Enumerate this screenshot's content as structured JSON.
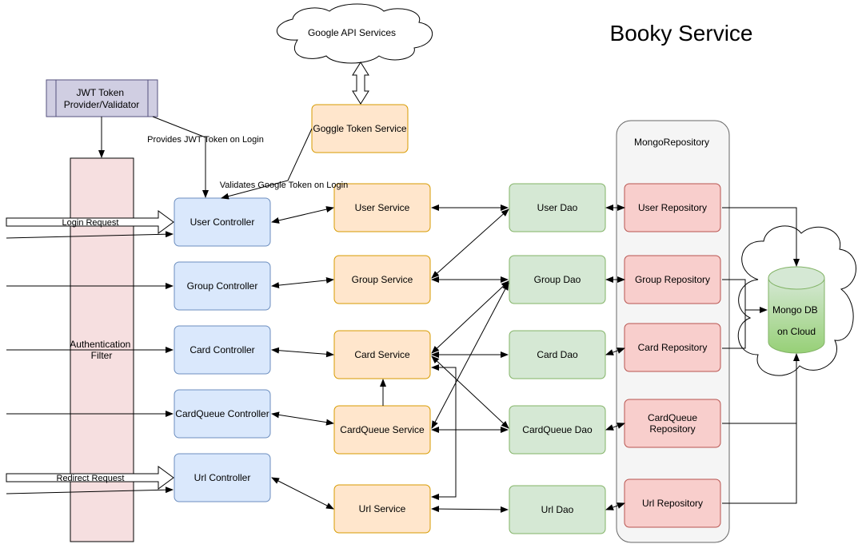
{
  "title": "Booky Service",
  "external": {
    "cloud": "Google API Services",
    "jwt_provider": [
      "JWT Token",
      "Provider/Validator"
    ],
    "google_token_service": "Goggle Token Service",
    "auth_filter": [
      "Authentication",
      "Filter"
    ],
    "mongo_repository": "MongoRepository",
    "mongo_db": [
      "Mongo DB",
      "on Cloud"
    ]
  },
  "edge_labels": {
    "provides_jwt": "Provides JWT Token on Login",
    "validates_google": "Validates Google Token on Login",
    "login_request": "Login Request",
    "redirect_request": "Redirect Request"
  },
  "controllers": [
    "User Controller",
    "Group Controller",
    "Card Controller",
    "CardQueue Controller",
    "Url Controller"
  ],
  "services": [
    "User Service",
    "Group Service",
    "Card Service",
    "CardQueue Service",
    "Url Service"
  ],
  "daos": [
    "User Dao",
    "Group Dao",
    "Card Dao",
    "CardQueue Dao",
    "Url Dao"
  ],
  "repositories": [
    [
      "User Repository"
    ],
    [
      "Group Repository"
    ],
    [
      "Card Repository"
    ],
    [
      "CardQueue",
      "Repository"
    ],
    [
      "Url Repository"
    ]
  ],
  "colors": {
    "controller_fill": "#dae8fc",
    "controller_stroke": "#6c8ebf",
    "service_fill": "#ffe6cc",
    "service_stroke": "#d79b00",
    "dao_fill": "#d5e8d4",
    "dao_stroke": "#82b366",
    "repo_fill": "#f8cecc",
    "repo_stroke": "#b85450",
    "jwt_fill": "#d0cee2",
    "jwt_stroke": "#56517e",
    "filter_fill": "#f6dfe0",
    "filter_stroke": "#000000",
    "group_fill": "#f5f5f5",
    "group_stroke": "#666666",
    "db_top": "#d5e8d4",
    "db_bottom": "#97d077",
    "db_stroke": "#82b366"
  }
}
